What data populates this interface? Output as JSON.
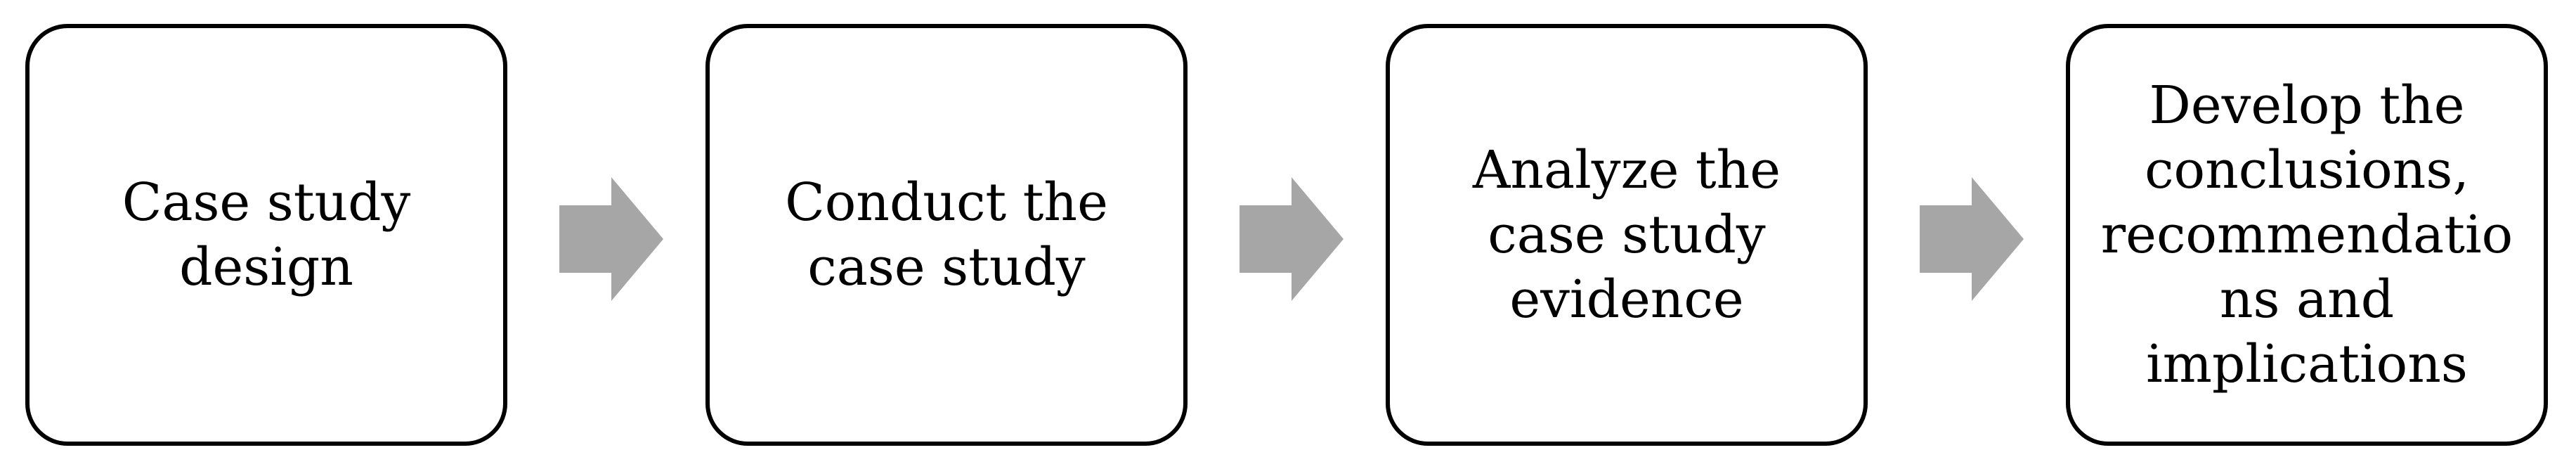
{
  "colors": {
    "box_border": "#000000",
    "box_fill": "#ffffff",
    "arrow_fill": "#a6a6a6",
    "text": "#000000"
  },
  "steps": [
    {
      "lines": [
        "Case study",
        "design"
      ]
    },
    {
      "lines": [
        "Conduct the",
        "case study"
      ]
    },
    {
      "lines": [
        "Analyze the",
        "case study",
        "evidence"
      ]
    },
    {
      "lines": [
        "Develop the",
        "conclusions,",
        "recommendatio",
        "ns and",
        "implications"
      ]
    }
  ],
  "connectors": [
    {
      "from": 0,
      "to": 1,
      "icon": "right-arrow-icon"
    },
    {
      "from": 1,
      "to": 2,
      "icon": "right-arrow-icon"
    },
    {
      "from": 2,
      "to": 3,
      "icon": "right-arrow-icon"
    }
  ]
}
